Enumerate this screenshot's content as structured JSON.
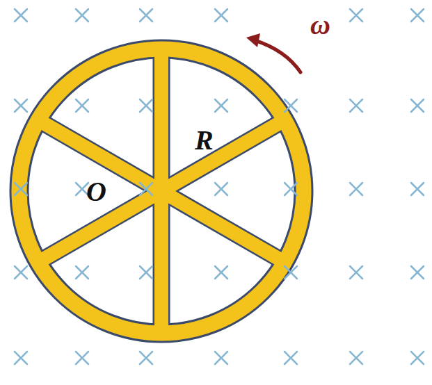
{
  "diagram": {
    "labels": [
      "ω",
      "R",
      "O"
    ]
  }
}
